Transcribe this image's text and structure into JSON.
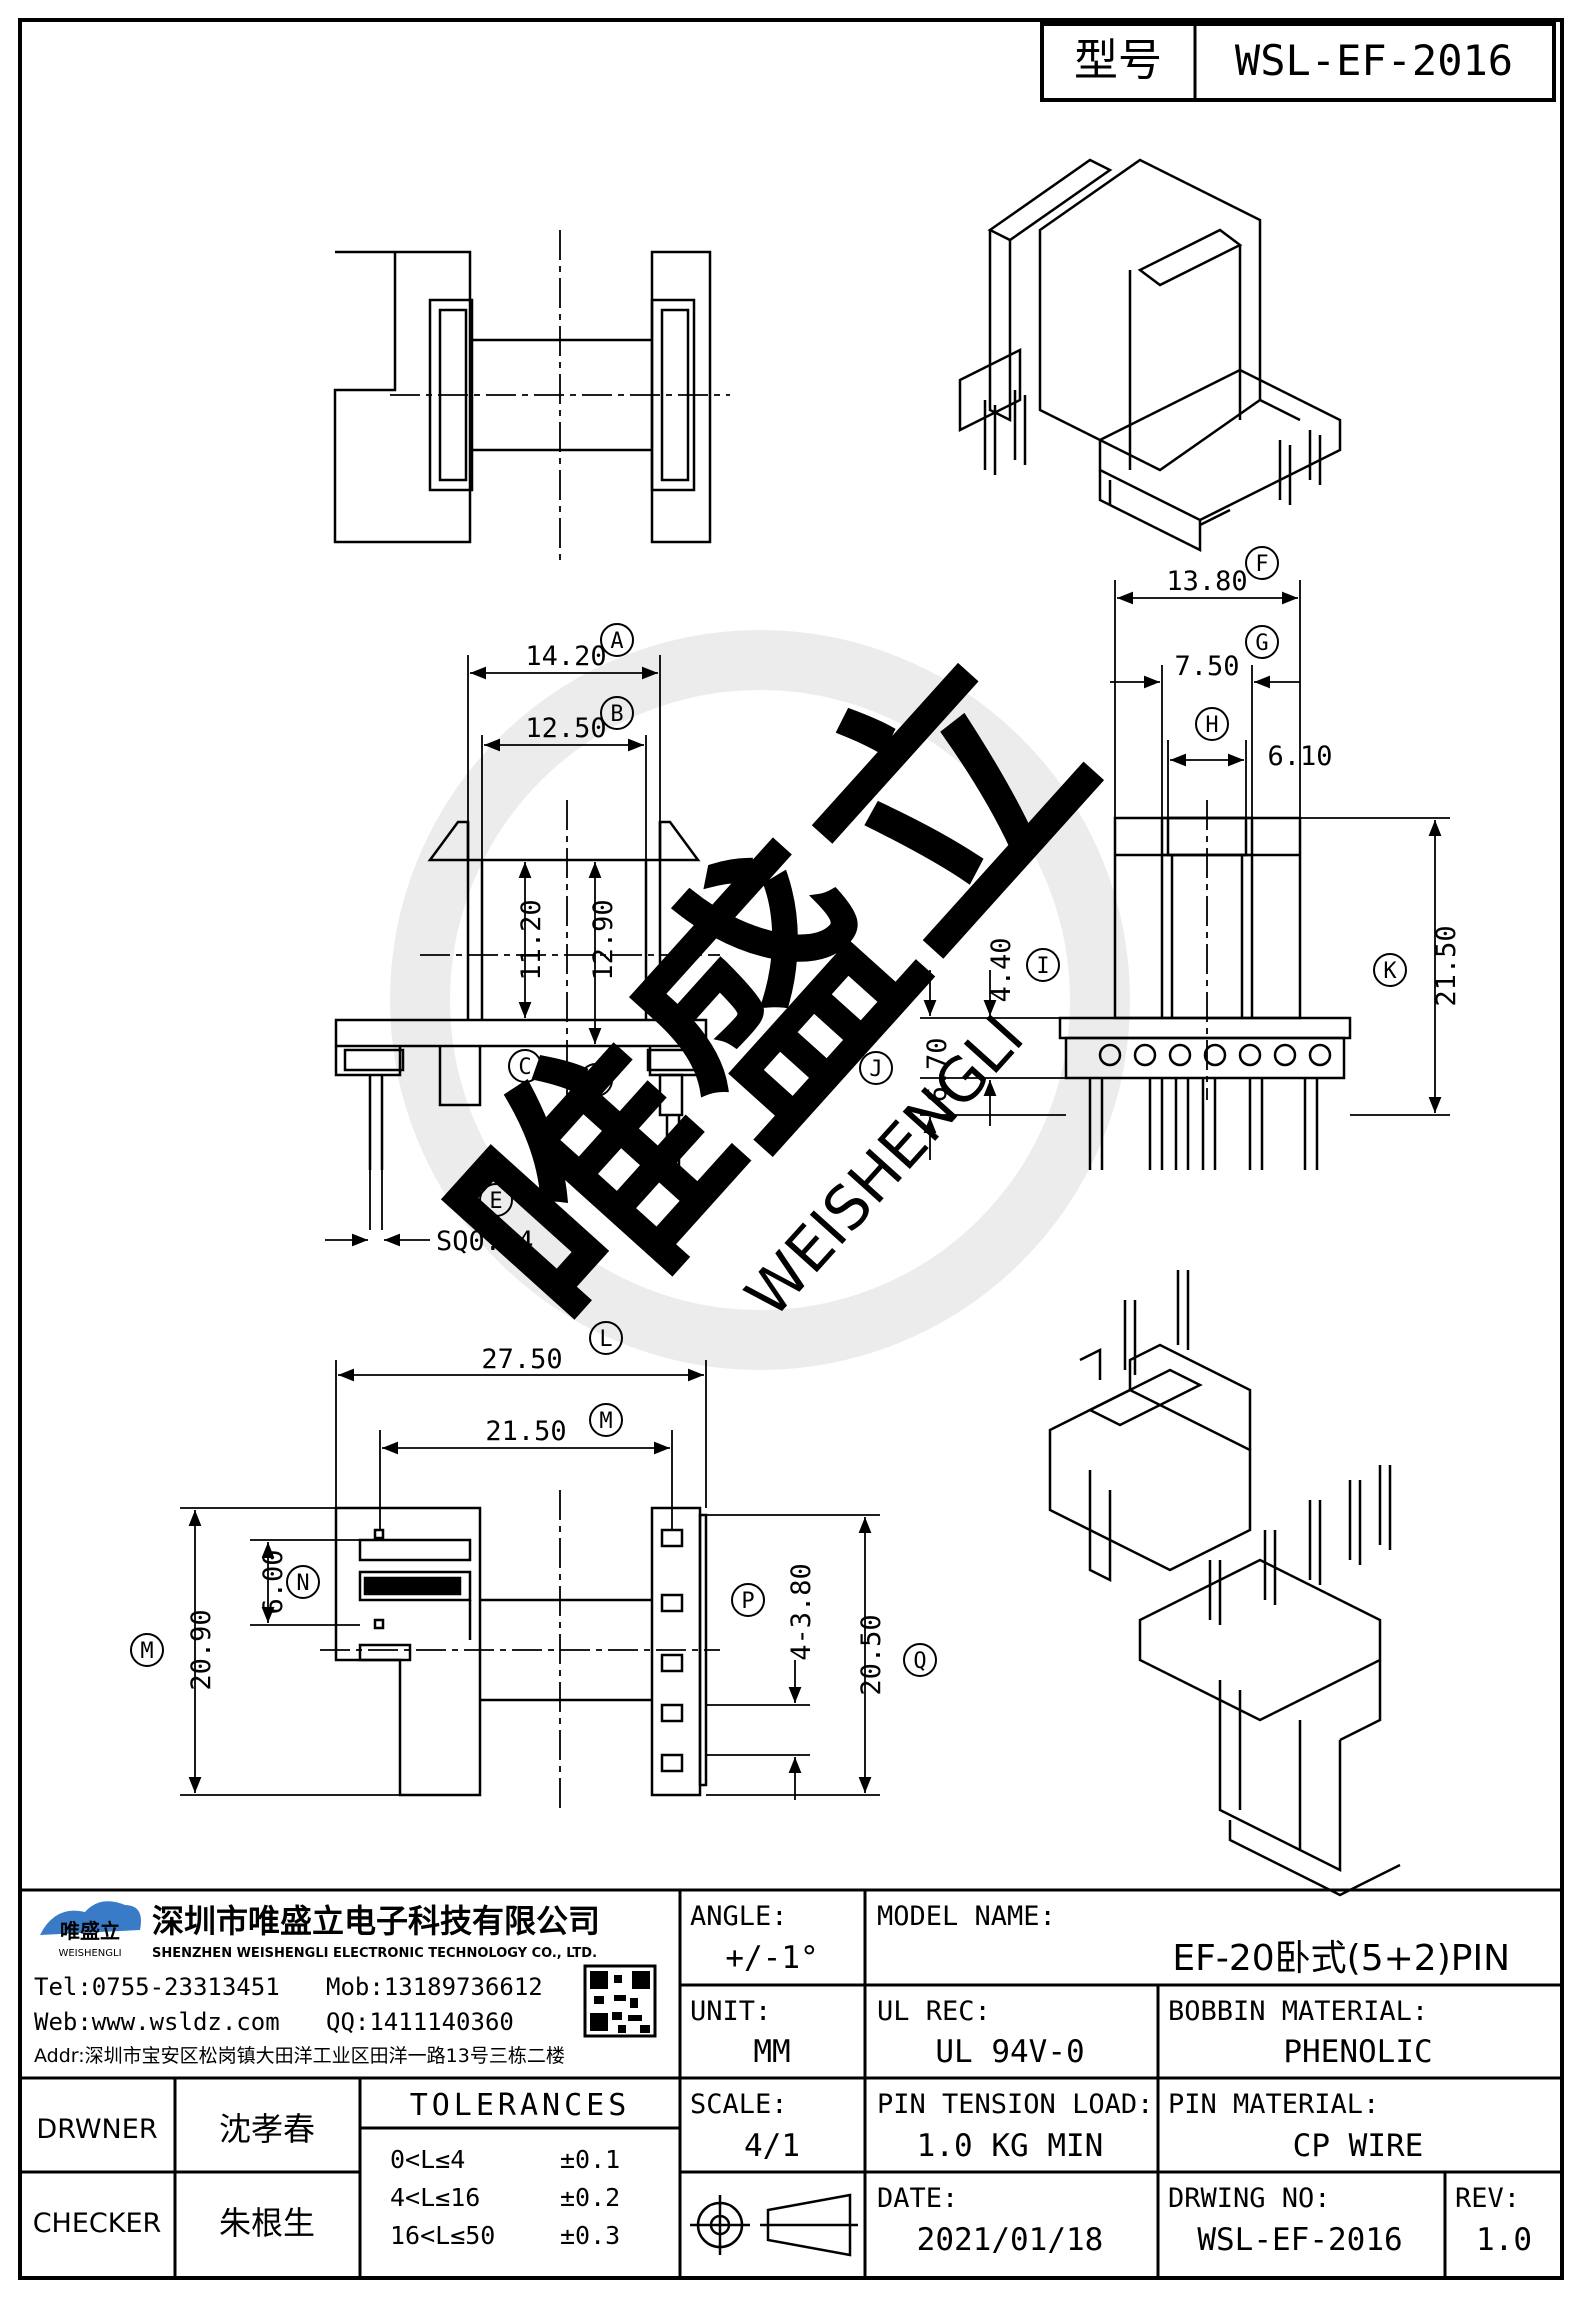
{
  "header": {
    "model_label": "型号",
    "model_value": "WSL-EF-2016"
  },
  "dimensions": {
    "front": {
      "A": "14.20",
      "B": "12.50",
      "C_val": "11.20",
      "D_val": "12.90",
      "E": "SQ0.64"
    },
    "side": {
      "F": "13.80",
      "G": "7.50",
      "H": "6.10",
      "I_val": "4.40",
      "J_val": "6.70",
      "K_val": "21.50"
    },
    "bottom": {
      "L": "27.50",
      "M_top": "21.50",
      "M_left": "20.90",
      "N_val": "6.00",
      "P_val": "4-3.80",
      "Q_val": "20.50"
    }
  },
  "balloons": [
    "A",
    "B",
    "C",
    "D",
    "E",
    "F",
    "G",
    "H",
    "I",
    "J",
    "K",
    "L",
    "M",
    "N",
    "P",
    "Q"
  ],
  "watermark": {
    "text": "唯盛立",
    "sub": "WEISHENGLI"
  },
  "company": {
    "logo_text": "唯盛立",
    "logo_sub": "WEISHENGLI",
    "name_cn": "深圳市唯盛立电子科技有限公司",
    "name_en": "SHENZHEN WEISHENGLI ELECTRONIC TECHNOLOGY CO., LTD.",
    "tel": "Tel:0755-23313451",
    "mob": "Mob:13189736612",
    "web": "Web:www.wsldz.com",
    "qq": "QQ:1411140360",
    "addr": "Addr:深圳市宝安区松岗镇大田洋工业区田洋一路13号三栋二楼"
  },
  "title_block": {
    "drwner_label": "DRWNER",
    "drwner_name": "沈孝春",
    "checker_label": "CHECKER",
    "checker_name": "朱根生",
    "tolerances_label": "TOLERANCES",
    "tolerances": [
      {
        "range": "0<L≤4",
        "tol": "±0.1"
      },
      {
        "range": "4<L≤16",
        "tol": "±0.2"
      },
      {
        "range": "16<L≤50",
        "tol": "±0.3"
      }
    ],
    "angle_label": "ANGLE:",
    "angle_value": "+/-1°",
    "unit_label": "UNIT:",
    "unit_value": "MM",
    "scale_label": "SCALE:",
    "scale_value": "4/1",
    "model_name_label": "MODEL NAME:",
    "model_name_value": "EF-20卧式(5+2)PIN",
    "ul_label": "UL REC:",
    "ul_value": "UL 94V-0",
    "bobbin_label": "BOBBIN MATERIAL:",
    "bobbin_value": "PHENOLIC",
    "pin_tension_label": "PIN TENSION LOAD:",
    "pin_tension_value": "1.0 KG MIN",
    "pin_material_label": "PIN MATERIAL:",
    "pin_material_value": "CP WIRE",
    "date_label": "DATE:",
    "date_value": "2021/01/18",
    "drwing_no_label": "DRWING NO:",
    "drwing_no_value": "WSL-EF-2016",
    "rev_label": "REV:",
    "rev_value": "1.0"
  },
  "colors": {
    "line": "#000000",
    "watermark": "#e9e9e9",
    "logo_blue": "#3a7bc8"
  }
}
